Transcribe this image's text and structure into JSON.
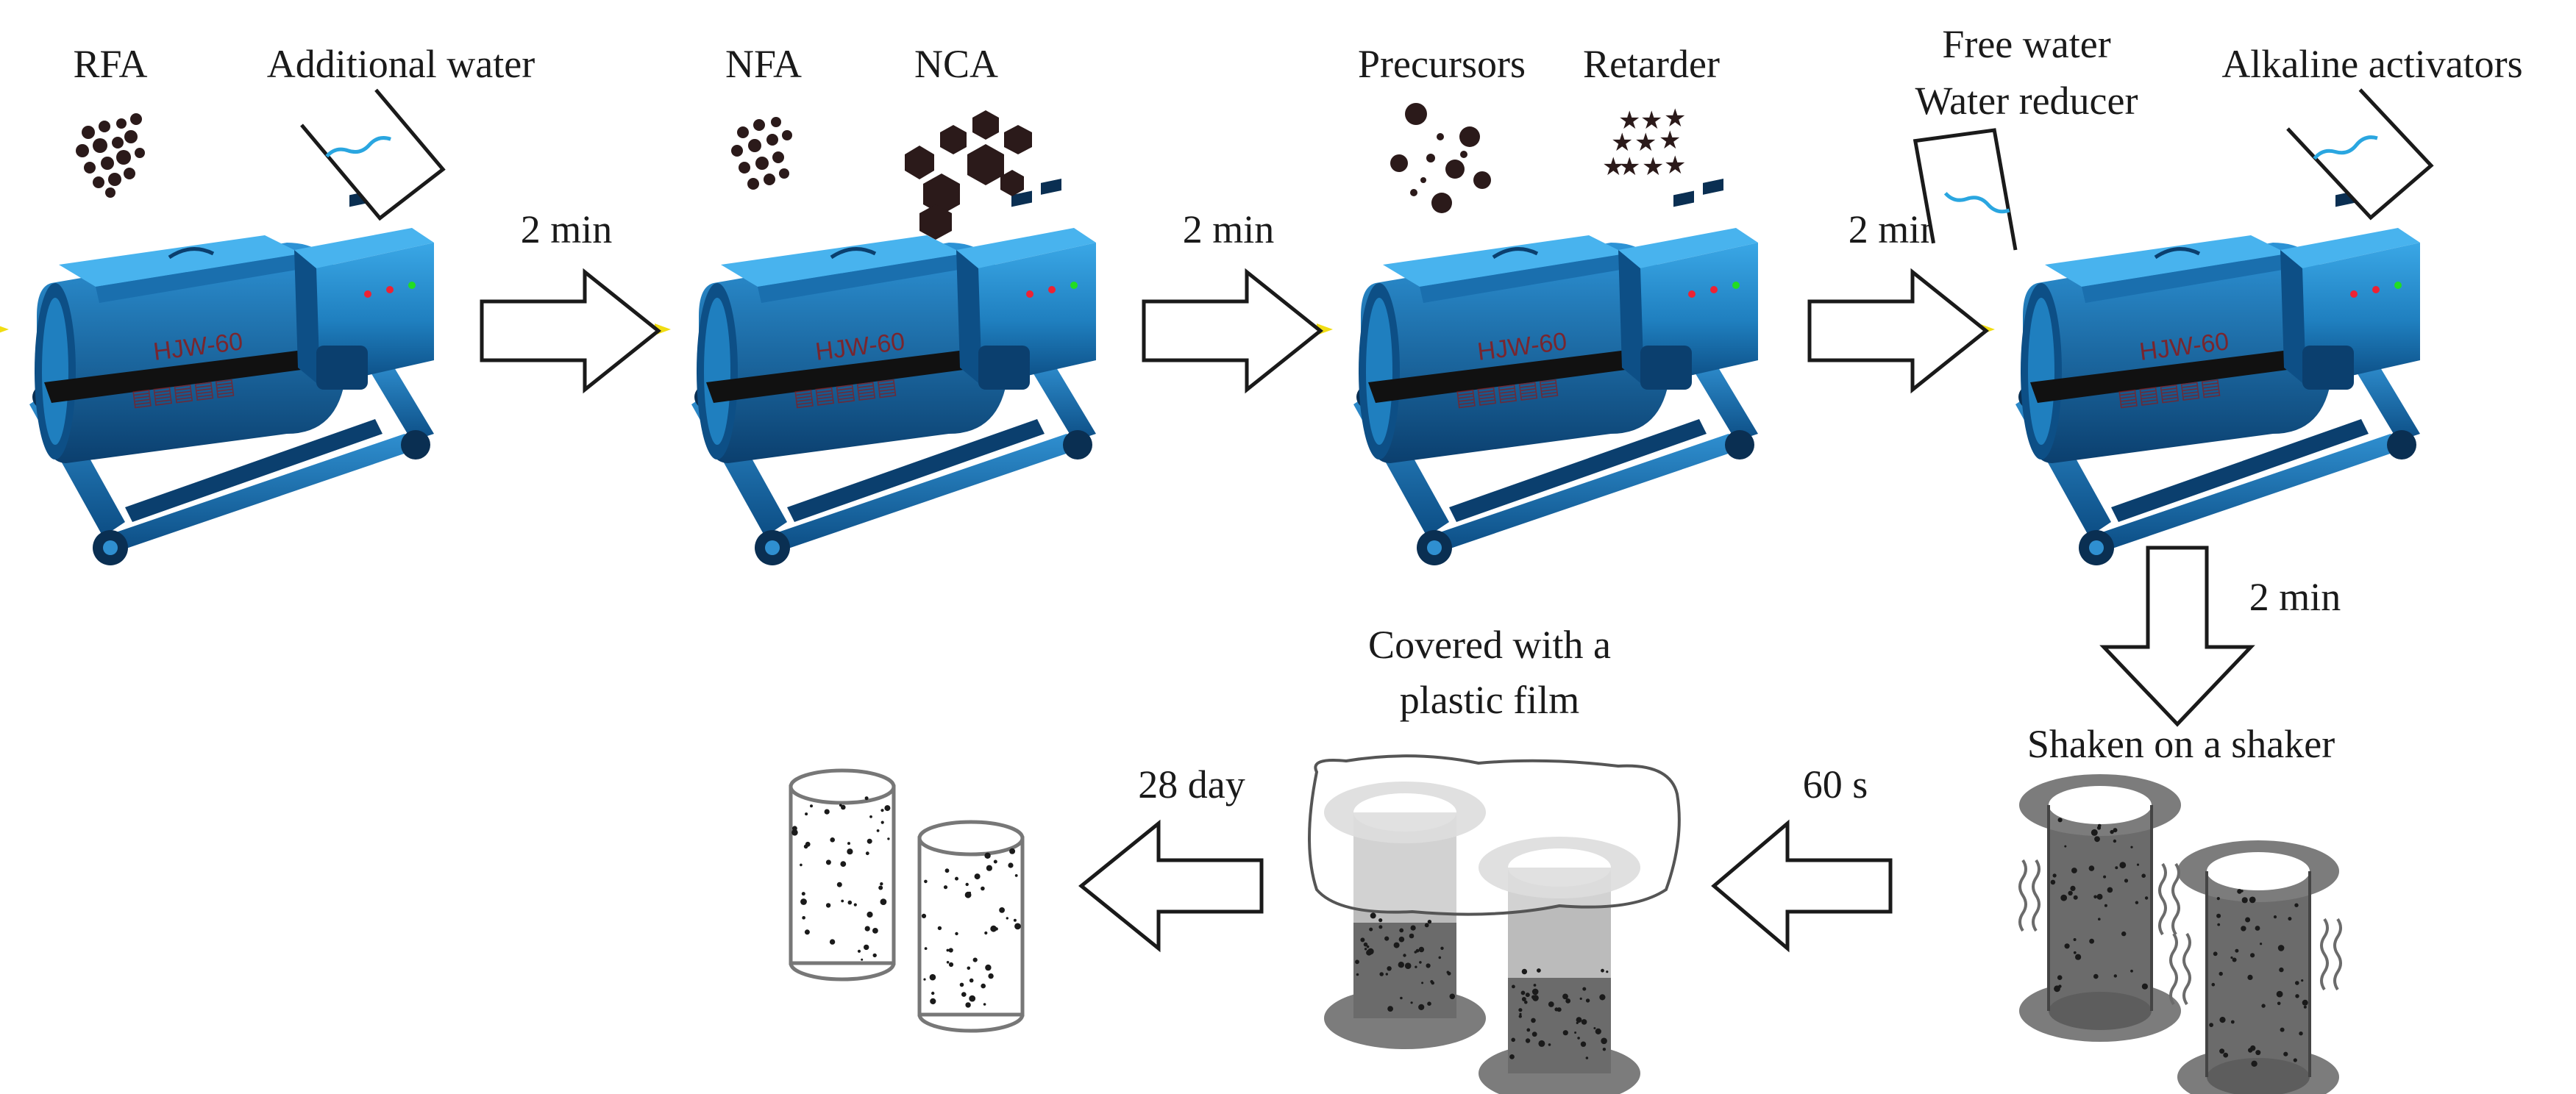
{
  "steps": {
    "s1": {
      "label_a": "RFA",
      "label_b": "Additional water"
    },
    "s2": {
      "label_a": "NFA",
      "label_b": "NCA"
    },
    "s3": {
      "label_a": "Precursors",
      "label_b": "Retarder"
    },
    "s4": {
      "label_a1": "Free water",
      "label_a2": "Water reducer",
      "label_b": "Alkaline activators"
    }
  },
  "arrows": {
    "a1": "2 min",
    "a2": "2 min",
    "a3": "2 min",
    "a4": "2 min",
    "a5": "60 s",
    "a6": "28 day"
  },
  "stages": {
    "shaker": "Shaken on a shaker",
    "film_line1": "Covered with a",
    "film_line2": "plastic film"
  },
  "colors": {
    "mixer_body": "#1f7fbf",
    "mixer_dark": "#0d4f86",
    "water": "#2aa6e0",
    "particles": "#2b1a1a",
    "mold_dark": "#6b6b6b",
    "mold_light": "#bdbdbd"
  },
  "icons": [
    "mixer-icon",
    "beaker-icon",
    "particles-icon",
    "hexagon-aggregate-icon",
    "stars-icon",
    "mold-icon",
    "plastic-film-icon"
  ]
}
